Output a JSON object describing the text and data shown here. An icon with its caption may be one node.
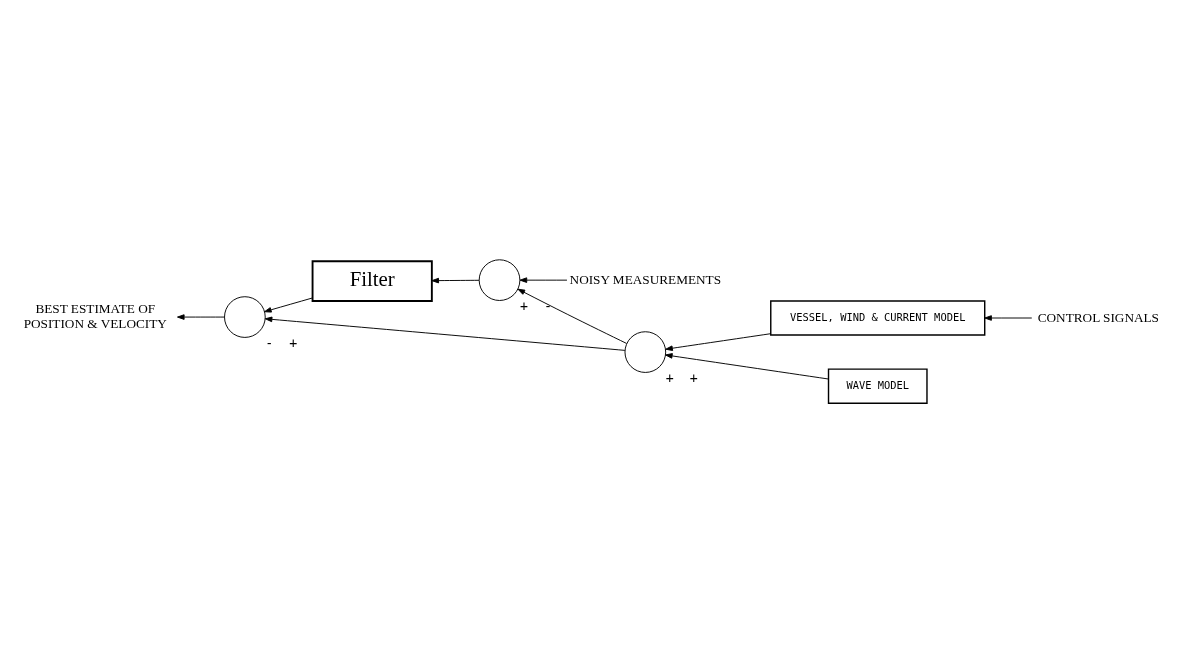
{
  "diagram": {
    "nodes": [
      {
        "text": [
          "BEST ESTIMATE OF",
          "POSITION & VELOCITY"
        ]
      },
      {
        "text": [],
        "shape": "circle",
        "beside": [
          "-",
          "+"
        ]
      },
      {
        "text": [
          "Filter"
        ]
      },
      {
        "text": [],
        "shape": "circle",
        "beside": [
          "+",
          "-"
        ]
      },
      {
        "text": [
          "NOISY MEASUREMENTS"
        ]
      },
      {
        "text": [
          "CONTROL SIGNALS"
        ]
      },
      {
        "text": [
          "VESSEL, WIND & CURRENT MODEL"
        ]
      },
      {
        "text": [],
        "shape": "circle",
        "beside": [
          "+",
          "+"
        ]
      },
      {
        "text": [
          "WAVE MODEL"
        ]
      }
    ],
    "edges": [
      {
        "from": 4,
        "to": 3,
        "arrow": "to"
      },
      {
        "from": 3,
        "to": 2,
        "arrow": "to"
      },
      {
        "from": 2,
        "to": 1,
        "arrow": "to"
      },
      {
        "from": 1,
        "to": 0,
        "arrow": "to"
      },
      {
        "from": 7,
        "to": 3,
        "arrow": "to"
      },
      {
        "from": 7,
        "to": 1,
        "arrow": "to"
      },
      {
        "from": 5,
        "to": 6,
        "arrow": "to"
      },
      {
        "from": 6,
        "to": 7,
        "arrow": "to"
      },
      {
        "from": 8,
        "to": 7,
        "arrow": "to"
      }
    ]
  }
}
